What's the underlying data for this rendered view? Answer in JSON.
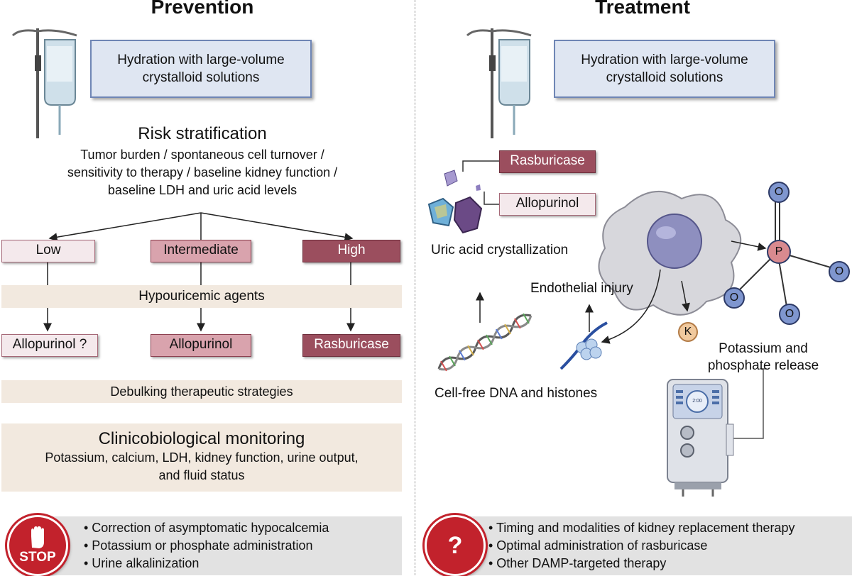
{
  "prevention": {
    "title": "Prevention",
    "hydration": "Hydration with large-volume crystalloid solutions",
    "risk_title": "Risk stratification",
    "risk_lines": [
      "Tumor burden / spontaneous cell turnover /",
      "sensitivity to therapy / baseline kidney function /",
      "baseline LDH and uric acid levels"
    ],
    "levels": [
      "Low",
      "Intermediate",
      "High"
    ],
    "hypouricemic": "Hypouricemic agents",
    "agents": [
      "Allopurinol ?",
      "Allopurinol",
      "Rasburicase"
    ],
    "debulking": "Debulking therapeutic strategies",
    "monitoring_title": "Clinicobiological monitoring",
    "monitoring_lines": [
      "Potassium, calcium, LDH, kidney function, urine output,",
      "and fluid status"
    ],
    "stop_label": "STOP",
    "stop_bullets": [
      "• Correction of asymptomatic hypocalcemia",
      "• Potassium or phosphate administration",
      "• Urine alkalinization"
    ]
  },
  "treatment": {
    "title": "Treatment",
    "hydration": "Hydration with large-volume crystalloid solutions",
    "rasburicase": "Rasburicase",
    "allopurinol": "Allopurinol",
    "uric_acid": "Uric acid crystallization",
    "endothelial": "Endothelial injury",
    "cfdna": "Cell-free DNA and histones",
    "release_lines": [
      "Potassium and",
      "phosphate release"
    ],
    "potassium_symbol": "K",
    "phosphorus_symbol": "P",
    "oxygen_symbol": "O",
    "dialysis_display": "2:00",
    "question_mark": "?",
    "question_bullets": [
      "• Timing and modalities of kidney replacement therapy",
      "• Optimal administration of rasburicase",
      "• Other DAMP-targeted therapy"
    ]
  },
  "colors": {
    "hydration_box": "#dfe6f2",
    "low": "#f4e9ec",
    "intermediate": "#d9a3ad",
    "high": "#9b4e5e",
    "band": "#f2e9df",
    "stop_red": "#c2222c"
  }
}
